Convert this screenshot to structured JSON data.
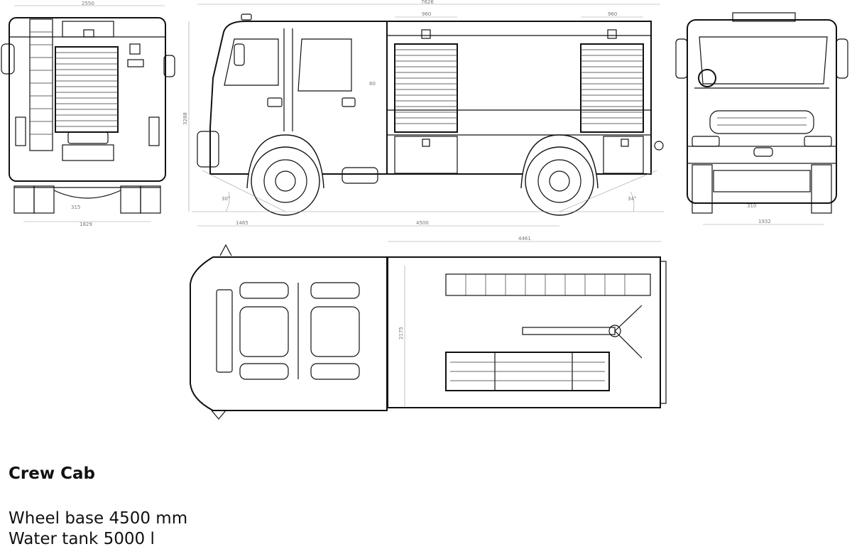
{
  "dimensions": {
    "rear_width": "2550",
    "overall_length": "7626",
    "locker_width_front": "960",
    "locker_width_rear": "960",
    "rear_track": "1829",
    "rear_ground_clearance": "315",
    "overall_height": "3288",
    "side_detail": "80",
    "front_overhang": "1465",
    "wheel_base_dim": "4500",
    "approach_angle": "30°",
    "departure_angle": "34°",
    "front_track": "1932",
    "front_ground_clearance": "310",
    "body_length": "4461",
    "body_width": "2175"
  },
  "caption": {
    "title": "Crew Cab",
    "wheel_base": "Wheel base  4500 mm",
    "water_tank": "Water tank  5000 l"
  }
}
